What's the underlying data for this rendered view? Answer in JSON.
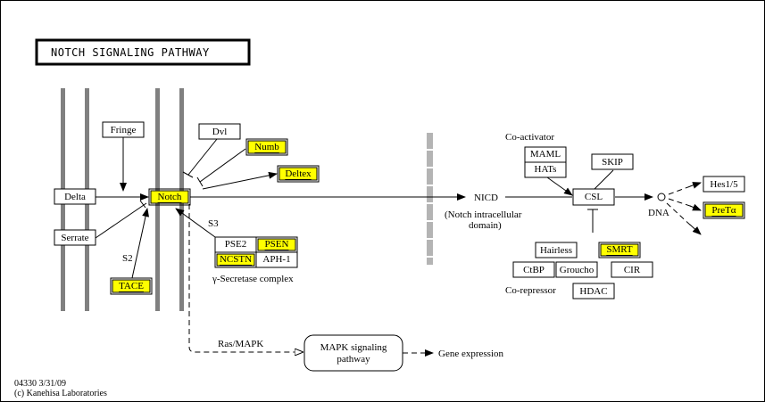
{
  "title": "NOTCH SIGNALING PATHWAY",
  "highlight_color": "#ffff00",
  "nodes": {
    "delta": {
      "label": "Delta",
      "highlighted": false
    },
    "serrate": {
      "label": "Serrate",
      "highlighted": false
    },
    "fringe": {
      "label": "Fringe",
      "highlighted": false
    },
    "notch": {
      "label": "Notch",
      "highlighted": true
    },
    "tace": {
      "label": "TACE",
      "highlighted": true
    },
    "dvl": {
      "label": "Dvl",
      "highlighted": false
    },
    "numb": {
      "label": "Numb",
      "highlighted": true
    },
    "deltex": {
      "label": "Deltex",
      "highlighted": true
    },
    "pse2": {
      "label": "PSE2",
      "highlighted": false
    },
    "psen": {
      "label": "PSEN",
      "highlighted": true
    },
    "ncstn": {
      "label": "NCSTN",
      "highlighted": true
    },
    "aph1": {
      "label": "APH-1",
      "highlighted": false
    },
    "maml": {
      "label": "MAML",
      "highlighted": false
    },
    "hats": {
      "label": "HATs",
      "highlighted": false
    },
    "skip": {
      "label": "SKIP",
      "highlighted": false
    },
    "csl": {
      "label": "CSL",
      "highlighted": false
    },
    "hes15": {
      "label": "Hes1/5",
      "highlighted": false
    },
    "preta": {
      "label": "PreTα",
      "highlighted": true
    },
    "hairless": {
      "label": "Hairless",
      "highlighted": false
    },
    "smrt": {
      "label": "SMRT",
      "highlighted": true
    },
    "ctbp": {
      "label": "CtBP",
      "highlighted": false
    },
    "groucho": {
      "label": "Groucho",
      "highlighted": false
    },
    "cir": {
      "label": "CIR",
      "highlighted": false
    },
    "hdac": {
      "label": "HDAC",
      "highlighted": false
    },
    "mapk": {
      "label_line1": "MAPK signaling",
      "label_line2": "pathway"
    }
  },
  "labels": {
    "s2": "S2",
    "s3": "S3",
    "gamma_secretase": "γ-Secretase complex",
    "nicd": "NICD",
    "nicd_desc_line1": "(Notch intracellular",
    "nicd_desc_line2": "domain)",
    "coactivator": "Co-activator",
    "corepressor": "Co-repressor",
    "dna": "DNA",
    "ras_mapk": "Ras/MAPK",
    "gene_expression": "Gene expression"
  },
  "footer": {
    "line1": "04330 3/31/09",
    "line2": "(c) Kanehisa Laboratories"
  }
}
